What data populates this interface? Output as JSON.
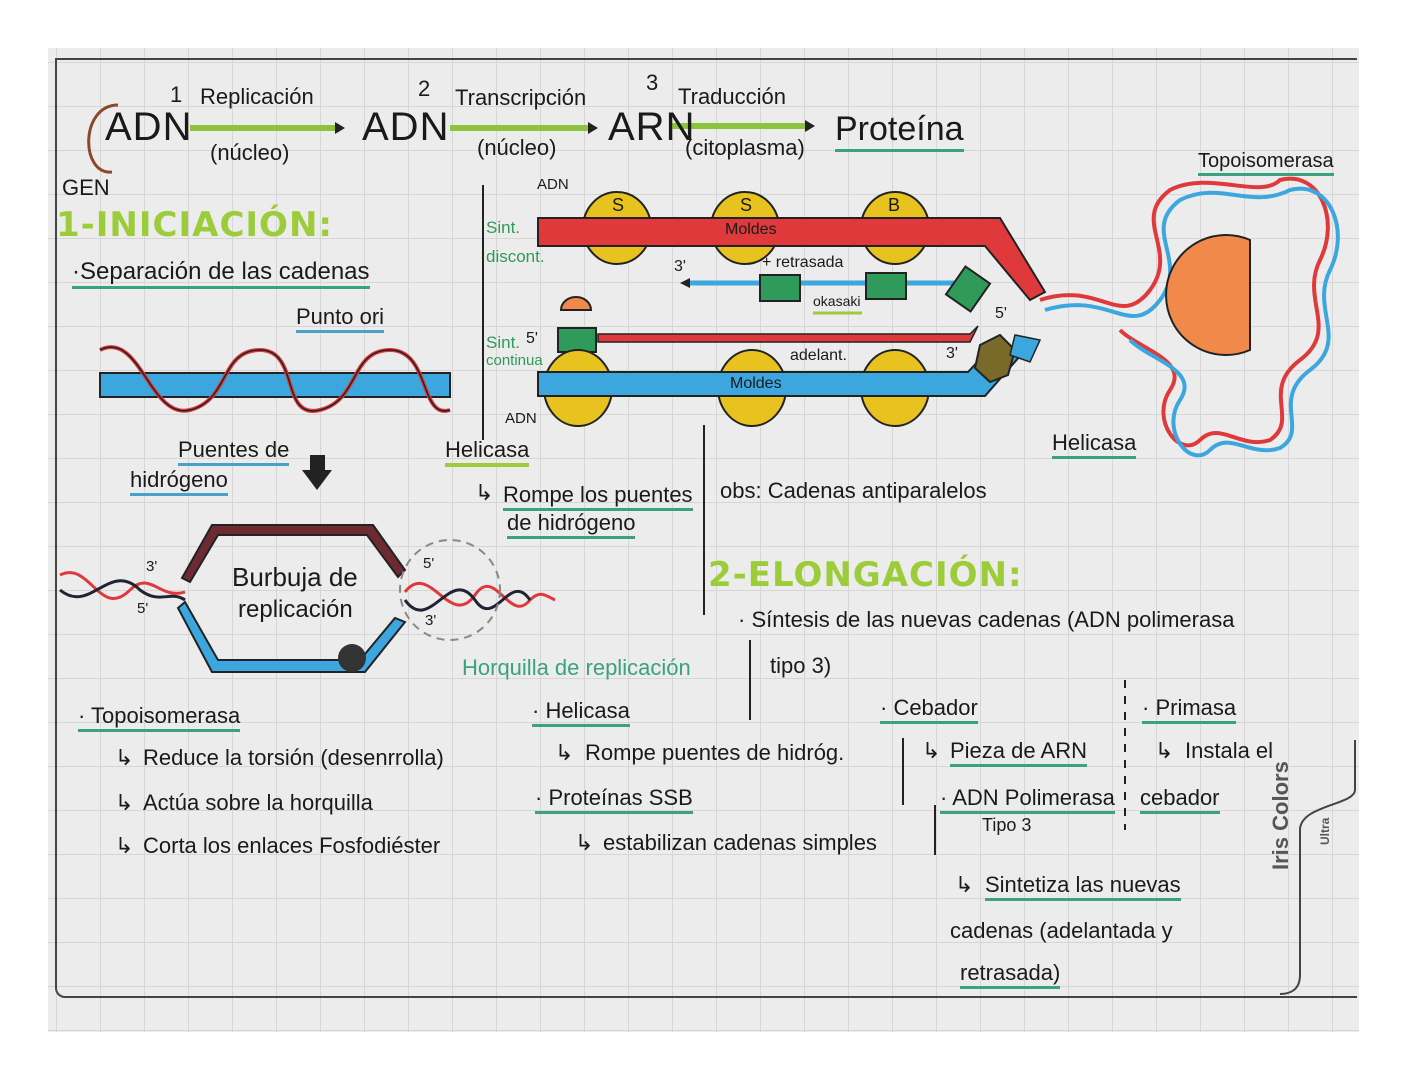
{
  "flow": {
    "nodes": [
      "ADN",
      "ADN",
      "ARN",
      "Proteína"
    ],
    "gene_label": "GEN",
    "steps": [
      {
        "num": "1",
        "name": "Replicación",
        "place": "(núcleo)"
      },
      {
        "num": "2",
        "name": "Transcripción",
        "place": "(núcleo)"
      },
      {
        "num": "3",
        "name": "Traducción",
        "place": "(citoplasma)"
      }
    ]
  },
  "iniciacion": {
    "title": "1-INICIACIÓN:",
    "bullet": "·Separación de las cadenas",
    "labels": {
      "punto_ori": "Punto ori",
      "puentes_1": "Puentes de",
      "puentes_2": "hidrógeno",
      "helicasa": "Helicasa",
      "helicasa_note_1": "Rompe los puentes",
      "helicasa_note_2": "de hidrógeno",
      "burbuja_1": "Burbuja de",
      "burbuja_2": "replicación",
      "horquilla": "Horquilla de replicación",
      "p3a": "3'",
      "p5a": "5'",
      "p5b": "5'",
      "p3b": "3'"
    }
  },
  "fork_diagram": {
    "adn_top": "ADN",
    "adn_bottom": "ADN",
    "sint_discont_1": "Sint.",
    "sint_discont_2": "discont.",
    "sint_cont_1": "Sint.",
    "sint_cont_2": "continua",
    "moldes_top": "Moldes",
    "moldes_bottom": "Moldes",
    "ssb_labels": [
      "S",
      "S",
      "B"
    ],
    "retrasada": "+ retrasada",
    "okasaki": "okasaki",
    "adelant": "adelant.",
    "p3_retr": "3'",
    "p5_retr": "5'",
    "p5_cont": "5'",
    "p3_cont": "3'",
    "helicasa": "Helicasa",
    "topoisomerasa": "Topoisomerasa"
  },
  "obs": "obs: Cadenas antiparalelos",
  "elongacion": {
    "title": "2-ELONGACIÓN:",
    "bullet_1": "· Síntesis de las nuevas cadenas (ADN polimerasa",
    "bullet_2": "tipo 3)"
  },
  "notes": {
    "topoisomerasa": {
      "title": "· Topoisomerasa",
      "items": [
        "Reduce la torsión (desenrrolla)",
        "Actúa sobre la horquilla",
        "Corta los enlaces Fosfodiéster"
      ]
    },
    "helicasa": {
      "title": "· Helicasa",
      "items": [
        "Rompe puentes de hidróg."
      ]
    },
    "ssb": {
      "title": "· Proteínas SSB",
      "items": [
        "estabilizan cadenas simples"
      ]
    },
    "cebador": {
      "title": "· Cebador",
      "items": [
        "Pieza de ARN"
      ]
    },
    "polimerasa": {
      "title_1": "· ADN Polimerasa",
      "title_2": "Tipo 3",
      "item_1": "Sintetiza las nuevas",
      "item_2": "cadenas (adelantada y",
      "item_3": "retrasada)"
    },
    "primasa": {
      "title": "· Primasa",
      "item_1": "Instala el",
      "item_2": "cebador"
    }
  },
  "arrow_glyph": "↳",
  "brand": {
    "name": "Iris Colors",
    "sub": "Ultra"
  },
  "colors": {
    "red": "#e0393b",
    "blue": "#3ba7de",
    "yellow": "#e8c21e",
    "green": "#2f9a5a",
    "lime": "#9ccc3a",
    "orange": "#f0894a",
    "maroon": "#6e2a32"
  }
}
